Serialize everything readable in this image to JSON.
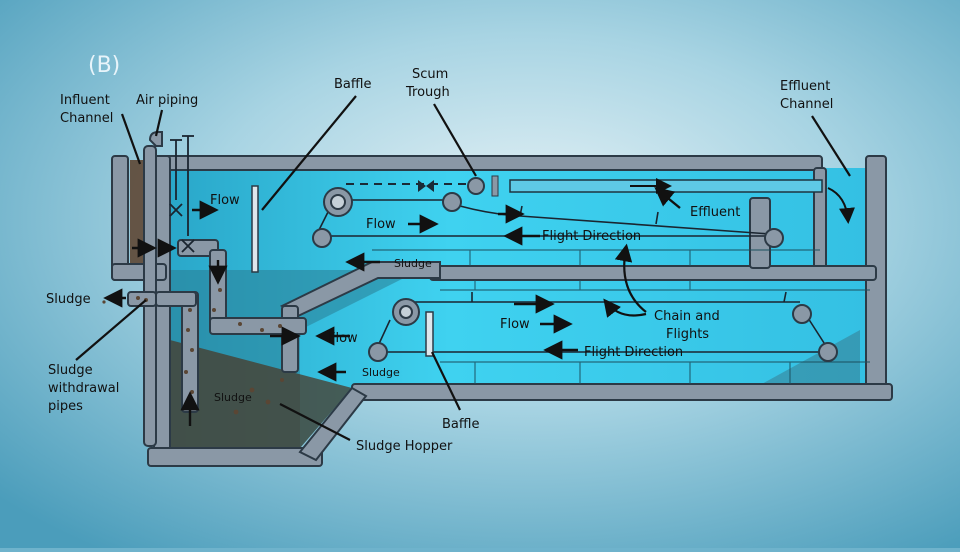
{
  "panel_label": "(B)",
  "labels": {
    "influent_channel": [
      "Influent",
      "Channel"
    ],
    "air_piping": "Air piping",
    "baffle_top": "Baffle",
    "scum_trough": [
      "Scum",
      "Trough"
    ],
    "effluent_channel": [
      "Effluent",
      "Channel"
    ],
    "flow_left": "Flow",
    "flow_upper": "Flow",
    "effluent": "Effluent",
    "flight_direction_upper": "Flight Direction",
    "sludge_mid": "Sludge",
    "sludge_left": "Sludge",
    "chain_and_flights": [
      "Chain and",
      "Flights"
    ],
    "flow_lower_right": "Flow",
    "flow_lower_left": "Flow",
    "flight_direction_lower": "Flight Direction",
    "sludge_lower": "Sludge",
    "sludge_withdrawal": [
      "Sludge",
      "withdrawal",
      "pipes"
    ],
    "sludge_hopper_text": "Sludge",
    "baffle_bottom": "Baffle",
    "sludge_hopper": "Sludge Hopper"
  },
  "colors": {
    "background": "#6fb3cc",
    "water": "#36c8ea",
    "pipe": "#8a98a6",
    "pipe_edge": "#2c3a46",
    "sludge": "#4a3a2a"
  }
}
